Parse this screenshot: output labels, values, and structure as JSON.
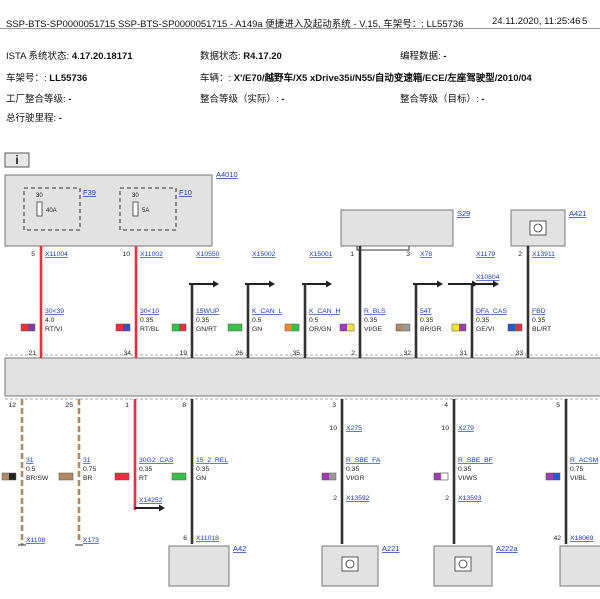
{
  "header": {
    "title": "SSP-BTS-SP0000051715 SSP-BTS-SP0000051715 - A149a 便捷进入及起动系统 - V.15, 车架号：: LL55736",
    "datetime": "24.11.2020, 11:25:46",
    "page": "5"
  },
  "info": {
    "ista_label": "ISTA 系统状态:",
    "ista_value": "4.17.20.18171",
    "data_label": "数据状态:",
    "data_value": "R4.17.20",
    "prog_label": "编程数据:",
    "prog_value": "-",
    "vin_label": "车架号：:",
    "vin_value": "LL55736",
    "series_label": "车辆：:",
    "series_value": "X'/E70/越野车/X5 xDrive35i/N55/自动变速箱/ECE/左座驾驶型/2010/04",
    "factory_label": "工厂整合等级:",
    "factory_value": "-",
    "integ_actual_label": "整合等级（实际）:",
    "integ_actual_value": "-",
    "integ_target_label": "整合等级（目标）:",
    "integ_target_value": "-",
    "mileage_label": "总行驶里程:",
    "mileage_value": "-"
  },
  "diagram": {
    "info_glyph": "i",
    "modules": {
      "a4010": "A4010",
      "f39": "F39",
      "f10": "F10",
      "fuse_f39_pin": "30",
      "fuse_f39_rating": "40A",
      "fuse_f10_pin": "30",
      "fuse_f10_rating": "5A",
      "s29": "S29",
      "a421": "A421",
      "a42": "A42",
      "a221": "A221",
      "a222a": "A222a"
    },
    "top_wires": [
      {
        "pin_top": "5",
        "conn_top": "X11004",
        "signal": "30<39",
        "size": "4.0",
        "color_code": "RT/VI",
        "pin_bot": "21",
        "c1": "#e8303c",
        "c2": "#7a3fa0",
        "line": "#e8303c"
      },
      {
        "pin_top": "10",
        "conn_top": "X11002",
        "signal": "30<10",
        "size": "0.35",
        "color_code": "RT/BL",
        "pin_bot": "34",
        "c1": "#e8303c",
        "c2": "#2c55d0",
        "line": "#e8303c"
      },
      {
        "pin_top": "",
        "conn_top": "X10550",
        "signal": "15WUP",
        "size": "0.35",
        "color_code": "GN/RT",
        "pin_bot": "19",
        "c1": "#3cbf4a",
        "c2": "#e8303c",
        "line": "#333333"
      },
      {
        "pin_top": "",
        "conn_top": "X15002",
        "signal": "K_CAN_L",
        "size": "0.5",
        "color_code": "GN",
        "pin_bot": "26",
        "c1": "#3cbf4a",
        "c2": "#3cbf4a",
        "line": "#333333"
      },
      {
        "pin_top": "",
        "conn_top": "X15001",
        "signal": "K_CAN_H",
        "size": "0.5",
        "color_code": "OR/GN",
        "pin_bot": "35",
        "c1": "#f08a2c",
        "c2": "#3cbf4a",
        "line": "#333333"
      },
      {
        "pin_top": "1",
        "conn_top": "",
        "signal": "R_BLS",
        "size": "0.35",
        "color_code": "VI/GE",
        "pin_bot": "2",
        "c1": "#9a3fb0",
        "c2": "#f2e23c",
        "line": "#333333"
      },
      {
        "pin_top": "3",
        "conn_top": "X78",
        "signal": "54T",
        "size": "0.35",
        "color_code": "BR/GR",
        "pin_bot": "32",
        "c1": "#b08a62",
        "c2": "#9a9a9a",
        "line": "#333333"
      },
      {
        "pin_top": "",
        "conn_top": "X1179",
        "signal": "DFA_CAS",
        "size": "0.35",
        "color_code": "GE/VI",
        "pin_bot": "31",
        "c1": "#f2e23c",
        "c2": "#9a3fb0",
        "line": "#333333"
      },
      {
        "pin_top": "2",
        "conn_top": "X13911",
        "signal": "FBD",
        "size": "0.35",
        "color_code": "BL/RT",
        "pin_bot": "33",
        "c1": "#2c55d0",
        "c2": "#e8303c",
        "line": "#333333"
      }
    ],
    "mid_conn_x10804": "X10804",
    "bottom_wires": [
      {
        "pin_top": "12",
        "signal": "31",
        "size": "0.5",
        "color_code": "BR/SW",
        "conn_end": "X1108",
        "c1": "#b08a62",
        "c2": "#222222",
        "line": "#b08a62"
      },
      {
        "pin_top": "25",
        "signal": "31",
        "size": "0.75",
        "color_code": "BR",
        "conn_end": "X173",
        "c1": "#b08a62",
        "c2": "#b08a62",
        "line": "#b08a62"
      },
      {
        "pin_top": "1",
        "signal": "30G2_CAS",
        "size": "0.35",
        "color_code": "RT",
        "conn_end": "X14252",
        "c1": "#e8303c",
        "c2": "#e8303c",
        "line": "#e8303c"
      },
      {
        "pin_top": "8",
        "signal": "15_2_REL",
        "size": "0.35",
        "color_code": "GN",
        "conn_end": "X11018",
        "pin_end": "6",
        "c1": "#3cbf4a",
        "c2": "#3cbf4a",
        "line": "#333333"
      },
      {
        "pin_top": "3",
        "conn_mid": "X275",
        "pin_mid": "10",
        "signal": "R_SBE_FA",
        "size": "0.35",
        "color_code": "VI/GR",
        "conn_end": "X13592",
        "pin_end": "2",
        "c1": "#9a3fb0",
        "c2": "#9a9a9a",
        "line": "#333333"
      },
      {
        "pin_top": "4",
        "conn_mid": "X279",
        "pin_mid": "10",
        "signal": "R_SBE_BF",
        "size": "0.35",
        "color_code": "VI/WS",
        "conn_end": "X13593",
        "pin_end": "2",
        "c1": "#9a3fb0",
        "c2": "#ffffff",
        "line": "#333333"
      },
      {
        "pin_top": "5",
        "signal": "R_ACSM",
        "size": "0.75",
        "color_code": "VI/BL",
        "conn_end": "X18069",
        "pin_end": "42",
        "c1": "#9a3fb0",
        "c2": "#2c55d0",
        "line": "#333333"
      }
    ]
  }
}
